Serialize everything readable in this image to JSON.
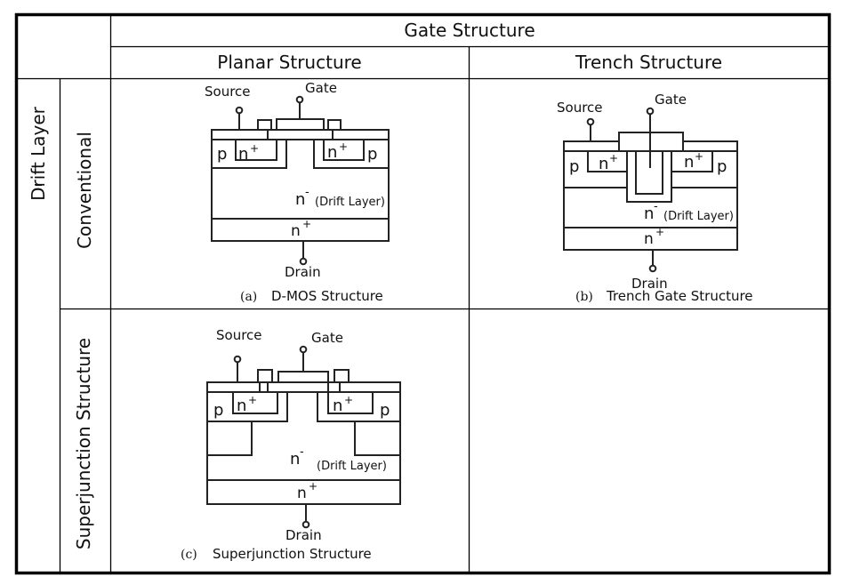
{
  "table": {
    "header": "Gate Structure",
    "columns": [
      "Planar Structure",
      "Trench Structure"
    ],
    "row_group": "Drift Layer",
    "rows": [
      "Conventional",
      "Superjunction Structure"
    ]
  },
  "diagrams": {
    "dmos": {
      "source": "Source",
      "gate": "Gate",
      "drain": "Drain",
      "p": "p",
      "n_plus": "n",
      "plus": "+",
      "n_minus": "n",
      "minus": "-",
      "drift": "(Drift Layer)",
      "substrate": "n",
      "caption_letter": "(a)",
      "caption": "D-MOS Structure"
    },
    "trench": {
      "source": "Source",
      "gate": "Gate",
      "drain": "Drain",
      "p": "p",
      "n_plus": "n",
      "plus": "+",
      "n_minus": "n",
      "minus": "-",
      "drift": "(Drift Layer)",
      "substrate": "n",
      "caption_letter": "(b)",
      "caption": "Trench Gate Structure"
    },
    "sj": {
      "source": "Source",
      "gate": "Gate",
      "drain": "Drain",
      "p": "p",
      "n_plus": "n",
      "plus": "+",
      "n_minus": "n",
      "minus": "-",
      "drift": "(Drift Layer)",
      "substrate": "n",
      "caption_letter": "(c)",
      "caption": "Superjunction Structure"
    }
  }
}
